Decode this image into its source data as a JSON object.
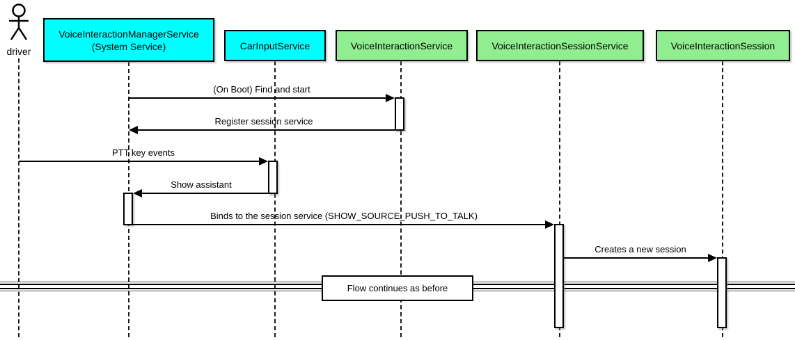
{
  "diagram_type": "uml-sequence",
  "actor": {
    "label": "driver"
  },
  "participants": [
    {
      "label": "VoiceInteractionManagerService",
      "sublabel": "(System Service)",
      "fill": "#00FFFF"
    },
    {
      "label": "CarInputService",
      "sublabel": "",
      "fill": "#00FFFF"
    },
    {
      "label": "VoiceInteractionService",
      "sublabel": "",
      "fill": "#90EE90"
    },
    {
      "label": "VoiceInteractionSessionService",
      "sublabel": "",
      "fill": "#90EE90"
    },
    {
      "label": "VoiceInteractionSession",
      "sublabel": "",
      "fill": "#90EE90"
    }
  ],
  "messages": [
    {
      "label": "(On Boot) Find and start",
      "from": "VoiceInteractionManagerService",
      "to": "VoiceInteractionService",
      "direction": "right"
    },
    {
      "label": "Register session service",
      "from": "VoiceInteractionService",
      "to": "VoiceInteractionManagerService",
      "direction": "left"
    },
    {
      "label": "PTT key events",
      "from": "driver",
      "to": "CarInputService",
      "direction": "right"
    },
    {
      "label": "Show assistant",
      "from": "CarInputService",
      "to": "VoiceInteractionManagerService",
      "direction": "left"
    },
    {
      "label": "Binds to the session service (SHOW_SOURCE_PUSH_TO_TALK)",
      "from": "VoiceInteractionManagerService",
      "to": "VoiceInteractionSessionService",
      "direction": "right"
    },
    {
      "label": "Creates a new session",
      "from": "VoiceInteractionSessionService",
      "to": "VoiceInteractionSession",
      "direction": "right"
    }
  ],
  "divider": {
    "label": "Flow continues as before"
  },
  "colors": {
    "participant_cyan": "#00FFFF",
    "participant_green": "#90EE90",
    "line": "#000000",
    "background": "#FFFFFF"
  }
}
